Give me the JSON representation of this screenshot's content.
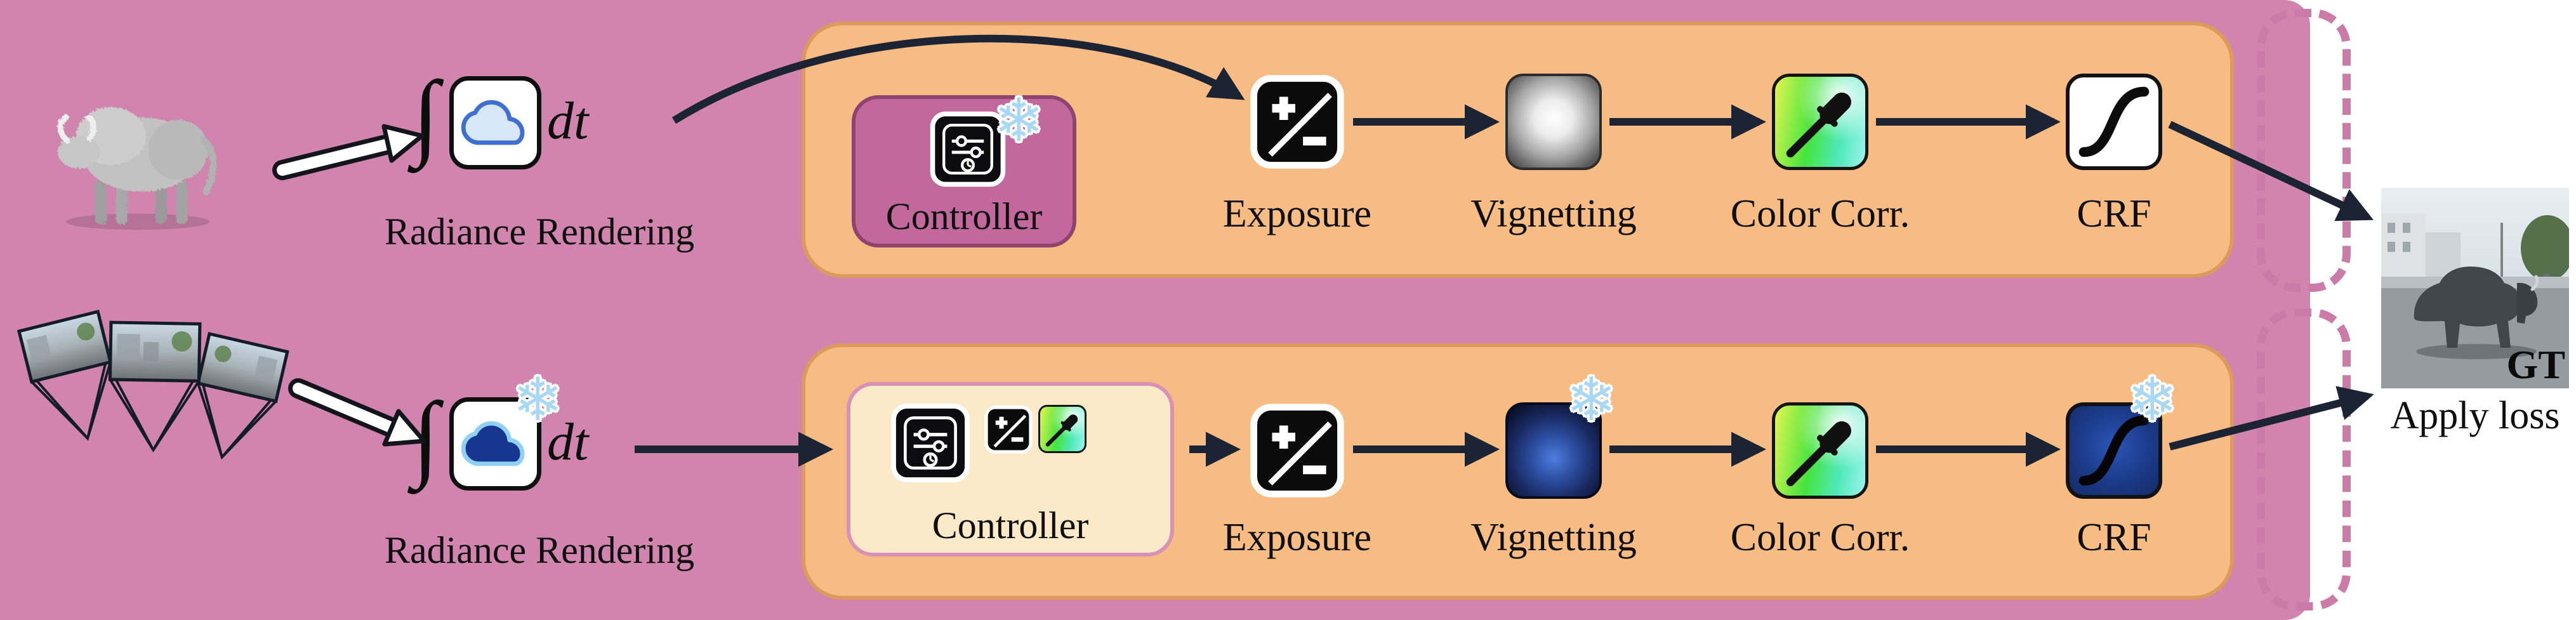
{
  "glyphs": {
    "snowflake": "❄"
  },
  "rows": {
    "top": {
      "integral": "∫",
      "dt": "dt",
      "rendering_label": "Radiance Rendering",
      "stages": {
        "controller": "Controller",
        "exposure": "Exposure",
        "vignetting": "Vignetting",
        "color_corr": "Color Corr.",
        "crf": "CRF"
      }
    },
    "bottom": {
      "integral": "∫",
      "dt": "dt",
      "rendering_label": "Radiance Rendering",
      "stages": {
        "controller": "Controller",
        "exposure": "Exposure",
        "vignetting": "Vignetting",
        "color_corr": "Color Corr.",
        "crf": "CRF"
      }
    }
  },
  "output": {
    "gt": "GT",
    "apply_loss": "Apply loss"
  },
  "icons": {
    "snowflake": "frozen-snowflake",
    "controller_chip": "processor-chip",
    "radiance": "cloud",
    "exposure": "plus-minus-diagonal",
    "vignetting": "radial-falloff",
    "color_corr": "eyedropper",
    "crf": "s-curve"
  },
  "colors": {
    "background_pink": "#d184ad",
    "panel_orange": "#f7bc83",
    "panel_border": "#dd9a5d",
    "controller_frozen_fill": "#c2689d",
    "controller_train_fill": "#fbe9c8",
    "frozen_blue": "#a9d8f5",
    "dark_cloud_blue": "#16368f",
    "arrow_dark": "#1c2433",
    "dashed_outline": "#cc7aa8"
  }
}
